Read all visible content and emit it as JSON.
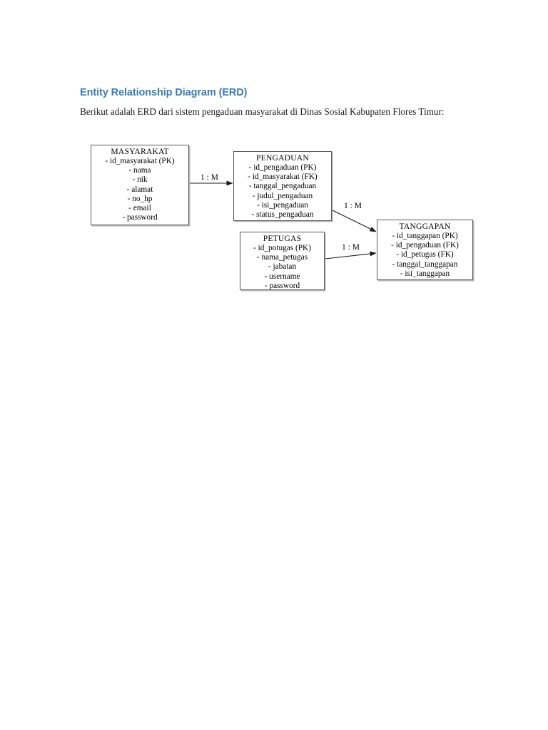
{
  "document": {
    "heading": "Entity Relationship Diagram (ERD)",
    "paragraph": "Berikut adalah ERD dari sistem pengaduan masyarakat di Dinas Sosial Kabupaten Flores Timur:",
    "heading_color": "#3d7cb4",
    "text_color": "#1a1a1a"
  },
  "diagram": {
    "type": "entity-relationship-diagram",
    "border_color": "#595959",
    "background": "#ffffff",
    "entities": [
      {
        "id": "masyarakat",
        "title": "MASYARAKAT",
        "attributes": [
          "- id_masyarakat (PK)",
          "- nama",
          "- nik",
          "- alamat",
          "- no_hp",
          "- email",
          "- password"
        ]
      },
      {
        "id": "pengaduan",
        "title": "PENGADUAN",
        "attributes": [
          "- id_pengaduan (PK)",
          "- id_masyarakat (FK)",
          "- tanggal_pengaduan",
          "- judul_pengaduan",
          "- isi_pengaduan",
          "- status_pengaduan"
        ]
      },
      {
        "id": "petugas",
        "title": "PETUGAS",
        "attributes": [
          "- id_potugas (PK)",
          "- nama_petugas",
          "- jabatan",
          "- username",
          "- password"
        ]
      },
      {
        "id": "tanggapan",
        "title": "TANGGAPAN",
        "attributes": [
          "- id_tanggapan (PK)",
          "- id_pengaduan (FK)",
          "- id_petugas (FK)",
          "- tanggal_tanggapan",
          "- isi_tanggapan"
        ]
      }
    ],
    "relationships": [
      {
        "id": "rel-1",
        "from": "masyarakat",
        "to": "pengaduan",
        "cardinality": "1 : M"
      },
      {
        "id": "rel-2",
        "from": "pengaduan",
        "to": "tanggapan",
        "cardinality": "1 : M"
      },
      {
        "id": "rel-3",
        "from": "petugas",
        "to": "tanggapan",
        "cardinality": "1 : M"
      }
    ]
  }
}
